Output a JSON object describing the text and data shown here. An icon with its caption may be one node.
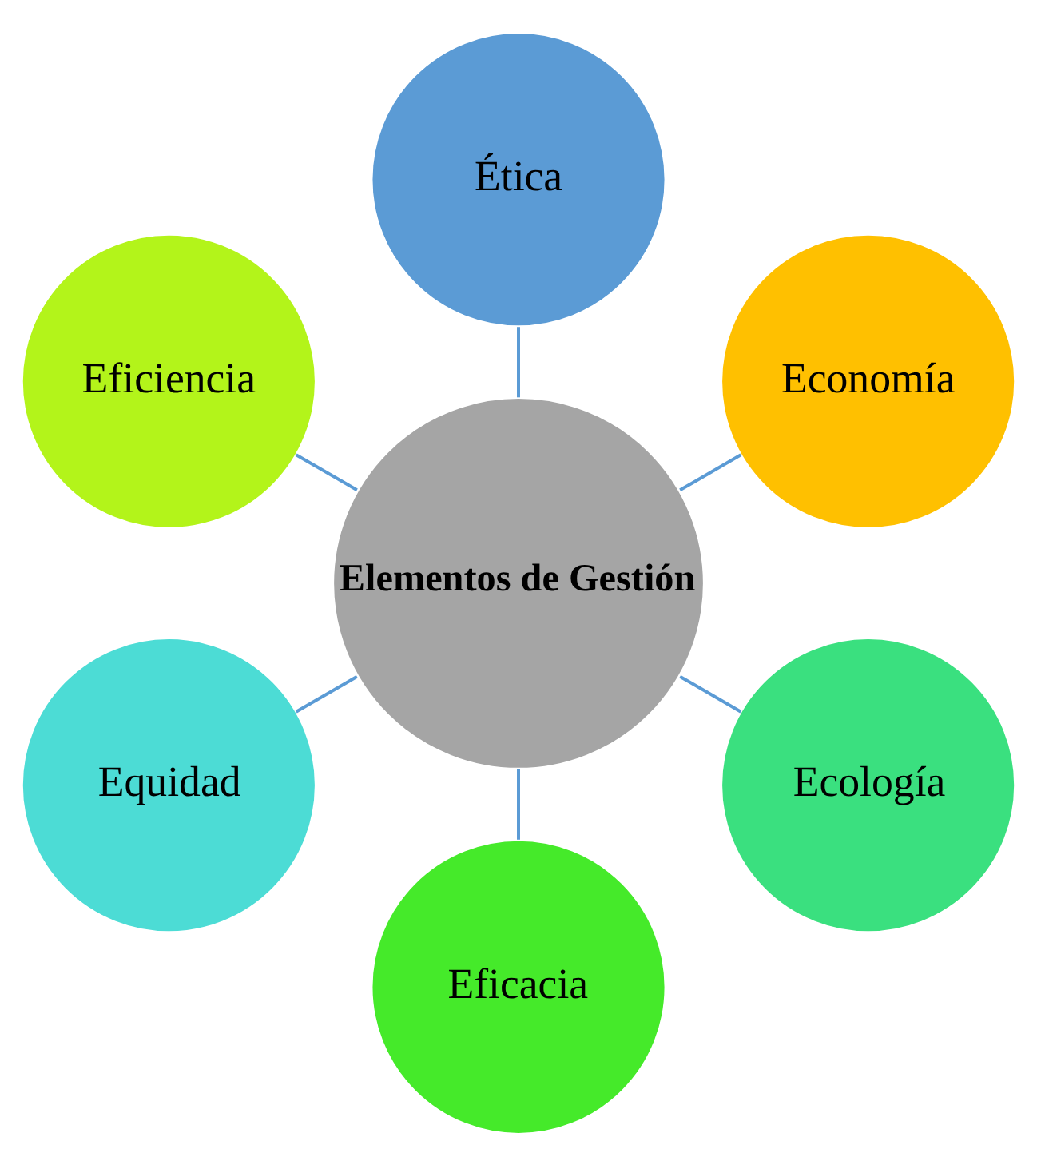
{
  "diagram": {
    "nodes": [
      {
        "text": [
          "Economía"
        ]
      },
      {
        "text": [
          "Ética"
        ]
      },
      {
        "text": [
          "Eficiencia"
        ]
      },
      {
        "text": [
          "Elementos de Gestión"
        ]
      },
      {
        "text": [
          "Equidad"
        ]
      },
      {
        "text": [
          "Eficacia"
        ]
      },
      {
        "text": [
          "Ecología"
        ]
      }
    ],
    "edges": [
      {
        "from": 3,
        "to": 0,
        "arrow": "none"
      },
      {
        "from": 3,
        "to": 2,
        "arrow": "none"
      },
      {
        "from": 3,
        "to": 5,
        "arrow": "none"
      },
      {
        "from": 3,
        "to": 6,
        "arrow": "none"
      },
      {
        "from": 3,
        "to": 4,
        "arrow": "none"
      },
      {
        "from": 3,
        "to": 1,
        "arrow": "none"
      }
    ]
  }
}
